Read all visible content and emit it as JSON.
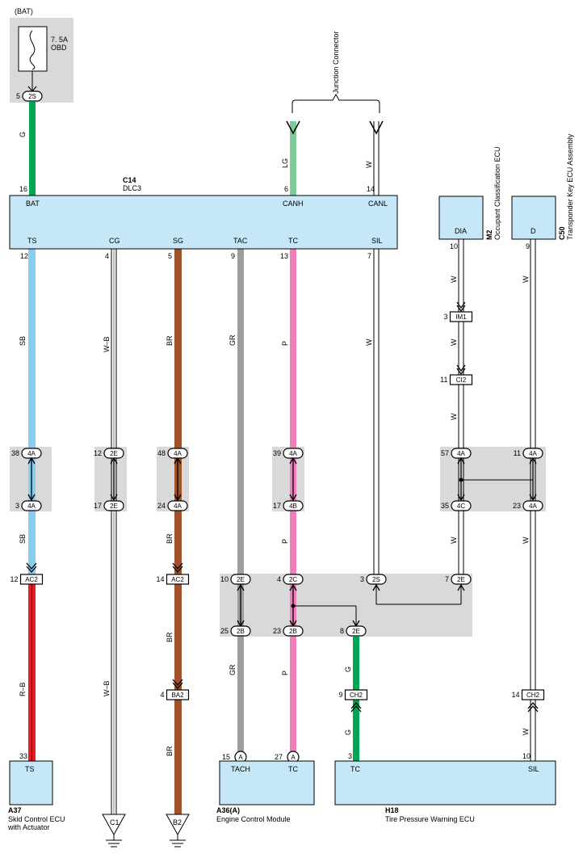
{
  "power": {
    "bat": "(BAT)",
    "fuse_line1": "7. 5A",
    "fuse_line2": "OBD"
  },
  "dlc3": {
    "code": "C14",
    "name": "DLC3",
    "top_pins": {
      "bat": "16",
      "canh": "6",
      "canl": "14"
    },
    "top_labels": {
      "bat": "BAT",
      "canh": "CANH",
      "canl": "CANL"
    },
    "bottom_labels": {
      "ts": "TS",
      "cg": "CG",
      "sg": "SG",
      "tac": "TAC",
      "tc": "TC",
      "sil": "SIL"
    },
    "bottom_pins": {
      "ts": "12",
      "cg": "4",
      "sg": "5",
      "tac": "9",
      "tc": "13",
      "sil": "7"
    }
  },
  "junction_connector": "Junction Connector",
  "occupant_ecu": {
    "code": "M2",
    "name": "Occupant Classification ECU",
    "terminal": "DIA",
    "pin": "10"
  },
  "transponder_ecu": {
    "code": "C50",
    "name": "Transponder Key ECU Assembly",
    "terminal": "D",
    "pin": "9"
  },
  "wire_colors": {
    "g": "G",
    "lg": "LG",
    "w": "W",
    "sb": "SB",
    "wb": "W–B",
    "br": "BR",
    "gr": "GR",
    "p": "P",
    "rb": "R–B"
  },
  "connectors": {
    "c2s_top": {
      "id": "2S",
      "pin": "5"
    },
    "im1": {
      "id": "IM1",
      "pin": "3"
    },
    "ci2": {
      "id": "CI2",
      "pin": "11"
    },
    "j4a_ts_top": {
      "id": "4A",
      "pin": "38"
    },
    "j4a_ts_bot": {
      "id": "4A",
      "pin": "3"
    },
    "j2e_cg_top": {
      "id": "2E",
      "pin": "12"
    },
    "j2e_cg_bot": {
      "id": "2E",
      "pin": "17"
    },
    "j4a_sg_top": {
      "id": "4A",
      "pin": "48"
    },
    "j4a_sg_bot": {
      "id": "4A",
      "pin": "24"
    },
    "j4a_tc_top": {
      "id": "4A",
      "pin": "39"
    },
    "j4b_tc_bot": {
      "id": "4B",
      "pin": "17"
    },
    "j4a_dia_top": {
      "id": "4A",
      "pin": "57"
    },
    "j4c_dia_bot": {
      "id": "4C",
      "pin": "35"
    },
    "j4a_d_top": {
      "id": "4A",
      "pin": "11"
    },
    "j4a_d_bot": {
      "id": "4A",
      "pin": "23"
    },
    "ac2_ts": {
      "id": "AC2",
      "pin": "12"
    },
    "ac2_sg": {
      "id": "AC2",
      "pin": "14"
    },
    "ba2": {
      "id": "BA2",
      "pin": "4"
    },
    "j2e_tac": {
      "id": "2E",
      "pin": "10"
    },
    "j2c_tc": {
      "id": "2C",
      "pin": "4"
    },
    "j2s_sil": {
      "id": "2S",
      "pin": "3"
    },
    "j2e_dia": {
      "id": "2E",
      "pin": "7"
    },
    "j2b_tac": {
      "id": "2B",
      "pin": "25"
    },
    "j2b_tc": {
      "id": "2B",
      "pin": "23"
    },
    "j2e_tpw": {
      "id": "2E",
      "pin": "8"
    },
    "ch2_tc": {
      "id": "CH2",
      "pin": "9"
    },
    "ch2_sil": {
      "id": "CH2",
      "pin": "14"
    },
    "a_tach": {
      "id": "A",
      "pin": "15"
    },
    "a_tc": {
      "id": "A",
      "pin": "27"
    }
  },
  "skid_ecu": {
    "code": "A37",
    "line1": "Skid Control ECU",
    "line2": "with Actuator",
    "terminal": "TS",
    "pin": "33"
  },
  "ground_c1": "C1",
  "ground_b2": "B2",
  "engine_ecu": {
    "code": "A36(A)",
    "name": "Engine Control Module",
    "terminal_tach": "TACH",
    "terminal_tc": "TC"
  },
  "tpw_ecu": {
    "code": "H18",
    "name": "Tire Pressure Warning ECU",
    "terminal_tc": "TC",
    "terminal_sil": "SIL",
    "pin_tc": "3",
    "pin_sil": "10"
  },
  "colors": {
    "module_fill": "#c5e7f8",
    "junction_fill": "#d9d9d9",
    "green": "#00a651",
    "light_green": "#7ecb9a",
    "sky_blue": "#86cdee",
    "brown": "#a0522d",
    "gray": "#9e9e9e",
    "pink": "#ef7fb9",
    "red": "#e31e24"
  }
}
